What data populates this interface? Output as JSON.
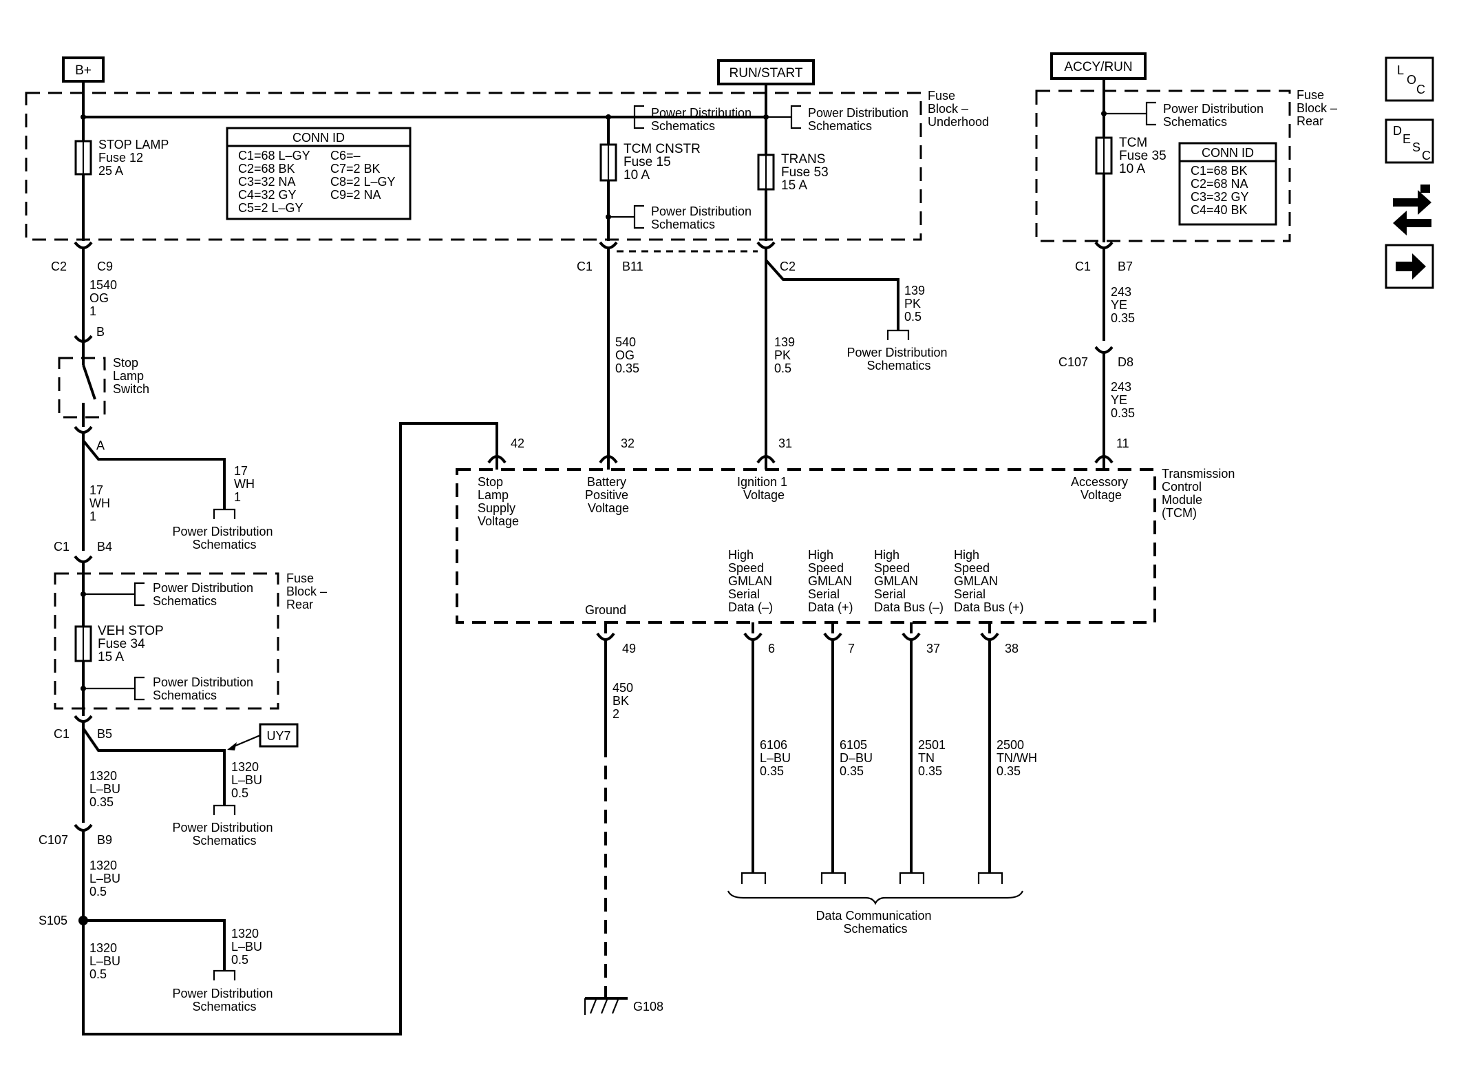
{
  "power_sources": {
    "bplus": "B+",
    "run_start": "RUN/START",
    "accy_run": "ACCY/RUN"
  },
  "fuse_block_underhood": {
    "label_lines": [
      "Fuse",
      "Block –",
      "Underhood"
    ],
    "conn_id": {
      "title": "CONN ID",
      "left": [
        "C1=68 L–GY",
        "C2=68 BK",
        "C3=32 NA",
        "C4=32 GY",
        "C5=2 L–GY"
      ],
      "right": [
        "C6=–",
        "C7=2 BK",
        "C8=2 L–GY",
        "C9=2 NA"
      ]
    },
    "fuse_stop_lamp": [
      "STOP LAMP",
      "Fuse 12",
      "25 A"
    ],
    "fuse_tcm_cnstr": [
      "TCM CNSTR",
      "Fuse 15",
      "10 A"
    ],
    "fuse_trans": [
      "TRANS",
      "Fuse 53",
      "15 A"
    ],
    "pd_ref": [
      "Power Distribution",
      "Schematics"
    ]
  },
  "fuse_block_rear_top": {
    "label_lines": [
      "Fuse",
      "Block –",
      "Rear"
    ],
    "fuse_tcm": [
      "TCM",
      "Fuse 35",
      "10 A"
    ],
    "conn_id": {
      "title": "CONN ID",
      "rows": [
        "C1=68 BK",
        "C2=68 NA",
        "C3=32 GY",
        "C4=40 BK"
      ]
    }
  },
  "fuse_block_rear_left": {
    "label_lines": [
      "Fuse",
      "Block –",
      "Rear"
    ],
    "fuse_veh_stop": [
      "VEH STOP",
      "Fuse 34",
      "15 A"
    ]
  },
  "connectors": {
    "c2": "C2",
    "c9": "C9",
    "c1": "C1",
    "b11": "B11",
    "c2b": "C2",
    "c1r": "C1",
    "b7": "B7",
    "c107": "C107",
    "d8": "D8",
    "b": "B",
    "a": "A",
    "c1b4": "C1",
    "b4": "B4",
    "c1b5": "C1",
    "b5": "B5",
    "c107b": "C107",
    "b9": "B9",
    "s105": "S105",
    "g108": "G108",
    "uy7": "UY7"
  },
  "wires": {
    "w1540": [
      "1540",
      "OG",
      "1"
    ],
    "w17a": [
      "17",
      "WH",
      "1"
    ],
    "w17b": [
      "17",
      "WH",
      "1"
    ],
    "w1320a": [
      "1320",
      "L–BU",
      "0.35"
    ],
    "w1320b": [
      "1320",
      "L–BU",
      "0.5"
    ],
    "w1320c": [
      "1320",
      "L–BU",
      "0.5"
    ],
    "w1320d": [
      "1320",
      "L–BU",
      "0.5"
    ],
    "w1320e": [
      "1320",
      "L–BU",
      "0.5"
    ],
    "w540": [
      "540",
      "OG",
      "0.35"
    ],
    "w139a": [
      "139",
      "PK",
      "0.5"
    ],
    "w139b": [
      "139",
      "PK",
      "0.5"
    ],
    "w243a": [
      "243",
      "YE",
      "0.35"
    ],
    "w243b": [
      "243",
      "YE",
      "0.35"
    ],
    "w450": [
      "450",
      "BK",
      "2"
    ],
    "w6106": [
      "6106",
      "L–BU",
      "0.35"
    ],
    "w6105": [
      "6105",
      "D–BU",
      "0.35"
    ],
    "w2501": [
      "2501",
      "TN",
      "0.35"
    ],
    "w2500": [
      "2500",
      "TN/WH",
      "0.35"
    ]
  },
  "stop_lamp_switch": [
    "Stop",
    "Lamp",
    "Switch"
  ],
  "tcm": {
    "label_lines": [
      "Transmission",
      "Control",
      "Module",
      "(TCM)"
    ],
    "pins": {
      "p42": "42",
      "p32": "32",
      "p31": "31",
      "p11": "11",
      "p49": "49",
      "p6": "6",
      "p7": "7",
      "p37": "37",
      "p38": "38"
    },
    "stop_lamp_supply": [
      "Stop",
      "Lamp",
      "Supply",
      "Voltage"
    ],
    "battery_positive": [
      "Battery",
      "Positive",
      "Voltage"
    ],
    "ignition1": [
      "Ignition 1",
      "Voltage"
    ],
    "accessory": [
      "Accessory",
      "Voltage"
    ],
    "ground": "Ground",
    "gmlan1": [
      "High",
      "Speed",
      "GMLAN",
      "Serial",
      "Data (–)"
    ],
    "gmlan2": [
      "High",
      "Speed",
      "GMLAN",
      "Serial",
      "Data (+)"
    ],
    "gmlan3": [
      "High",
      "Speed",
      "GMLAN",
      "Serial",
      "Data Bus (–)"
    ],
    "gmlan4": [
      "High",
      "Speed",
      "GMLAN",
      "Serial",
      "Data Bus (+)"
    ]
  },
  "data_comm": [
    "Data Communication",
    "Schematics"
  ],
  "nav": {
    "loc": [
      "L",
      "O",
      "C"
    ],
    "desc": [
      "D",
      "E",
      "S",
      "C"
    ]
  }
}
